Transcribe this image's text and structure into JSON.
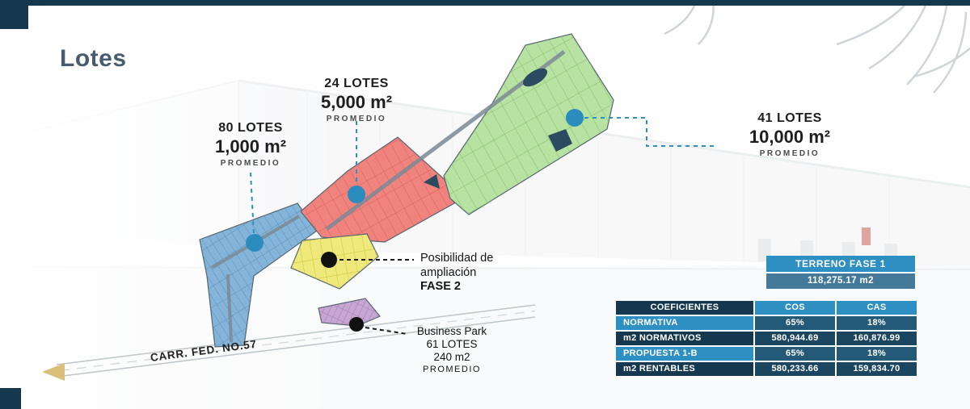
{
  "title": "Lotes",
  "colors": {
    "navy": "#16384e",
    "accent_blue": "#2e90c2",
    "zone_green": "#b8e2a1",
    "zone_red": "#f0837d",
    "zone_blue": "#85b4da",
    "zone_yellow": "#efe97c",
    "zone_purple": "#c7a6d2"
  },
  "callouts": {
    "c5000": {
      "lots": "24 LOTES",
      "size": "5,000 m²",
      "note": "PROMEDIO"
    },
    "c1000": {
      "lots": "80 LOTES",
      "size": "1,000 m²",
      "note": "PROMEDIO"
    },
    "c10000": {
      "lots": "41 LOTES",
      "size": "10,000 m²",
      "note": "PROMEDIO"
    },
    "expansion": {
      "line1": "Posibilidad de",
      "line2": "ampliación",
      "line3": "FASE 2"
    },
    "business_park": {
      "line1": "Business Park",
      "line2": "61 LOTES",
      "line3": "240 m2",
      "line4": "PROMEDIO"
    },
    "road_label": "CARR. FED. NO.57"
  },
  "terreno": {
    "header": "TERRENO FASE 1",
    "value": "118,275.17 m2"
  },
  "coeficientes": {
    "headers": {
      "label": "COEFICIENTES",
      "cos": "COS",
      "cas": "CAS"
    },
    "rows": [
      {
        "label": "NORMATIVA",
        "cos": "65%",
        "cas": "18%"
      },
      {
        "label": "m2 NORMATIVOS",
        "cos": "580,944.69",
        "cas": "160,876.99"
      },
      {
        "label": "PROPUESTA 1-B",
        "cos": "65%",
        "cas": "18%"
      },
      {
        "label": "m2 RENTABLES",
        "cos": "580,233.66",
        "cas": "159,834.70"
      }
    ]
  }
}
